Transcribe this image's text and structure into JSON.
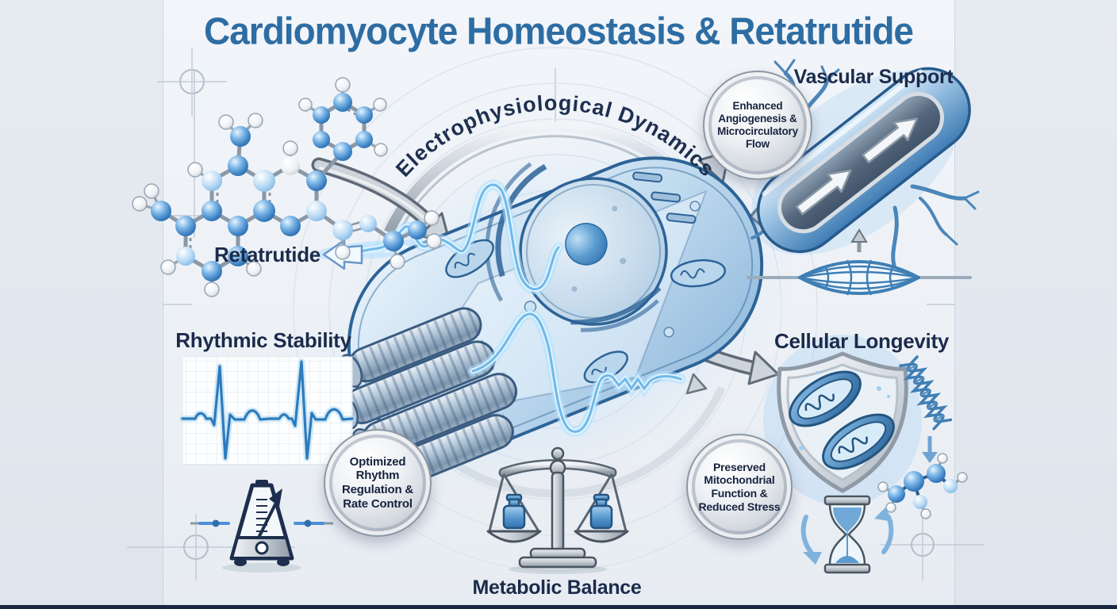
{
  "title": "Cardiomyocyte Homeostasis & Retatrutide",
  "center": {
    "arc_label": "Electrophysiological Dynamics"
  },
  "sections": {
    "retatrutide": {
      "label": "Retatrutide"
    },
    "vascular": {
      "label": "Vascular Support",
      "badge": "Enhanced Angiogenesis & Microcirculatory Flow"
    },
    "rhythmic": {
      "label": "Rhythmic Stability",
      "badge": "Optimized Rhythm Regulation & Rate Control"
    },
    "cellular": {
      "label": "Cellular Longevity",
      "badge": "Preserved Mitochondrial Function & Reduced Stress"
    },
    "metabolic": {
      "label": "Metabolic Balance"
    }
  },
  "colors": {
    "title_blue": "#2d6da3",
    "label_navy": "#1b2b4b",
    "accent_blue": "#3a7fc1",
    "glow_blue": "#9fd4ff",
    "silver": "#ced4db",
    "background": "#eef1f6",
    "footer_bar": "#1a2743"
  }
}
